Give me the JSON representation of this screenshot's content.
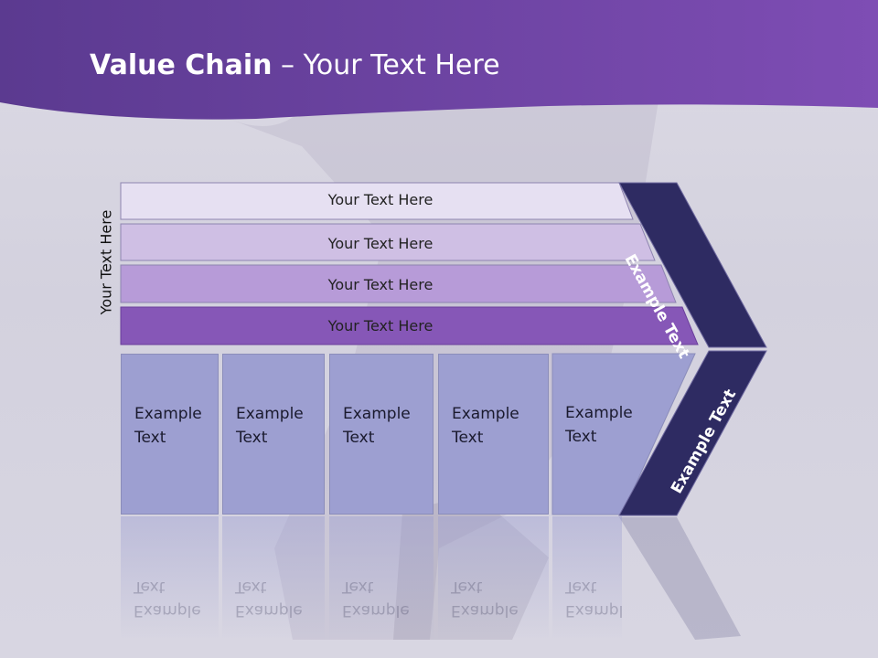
{
  "title": {
    "bold": "Value Chain",
    "rest": " – Your Text Here"
  },
  "side_label": "Your Text Here",
  "bars": [
    {
      "label": "Your Text Here",
      "color": "#e6e0f2"
    },
    {
      "label": "Your Text Here",
      "color": "#cfbfe4"
    },
    {
      "label": "Your Text Here",
      "color": "#b79bd8"
    },
    {
      "label": "Your Text Here",
      "color": "#8657b7"
    }
  ],
  "cells": [
    {
      "line1": "Example",
      "line2": "Text"
    },
    {
      "line1": "Example",
      "line2": "Text"
    },
    {
      "line1": "Example",
      "line2": "Text"
    },
    {
      "line1": "Example",
      "line2": "Text"
    },
    {
      "line1": "Example",
      "line2": "Text"
    }
  ],
  "chevron": {
    "upper": "Example Text",
    "lower": "Example Text",
    "color": "#2e2b62"
  },
  "colors": {
    "header": "#5a3590",
    "cells": "#9d9fd1"
  }
}
